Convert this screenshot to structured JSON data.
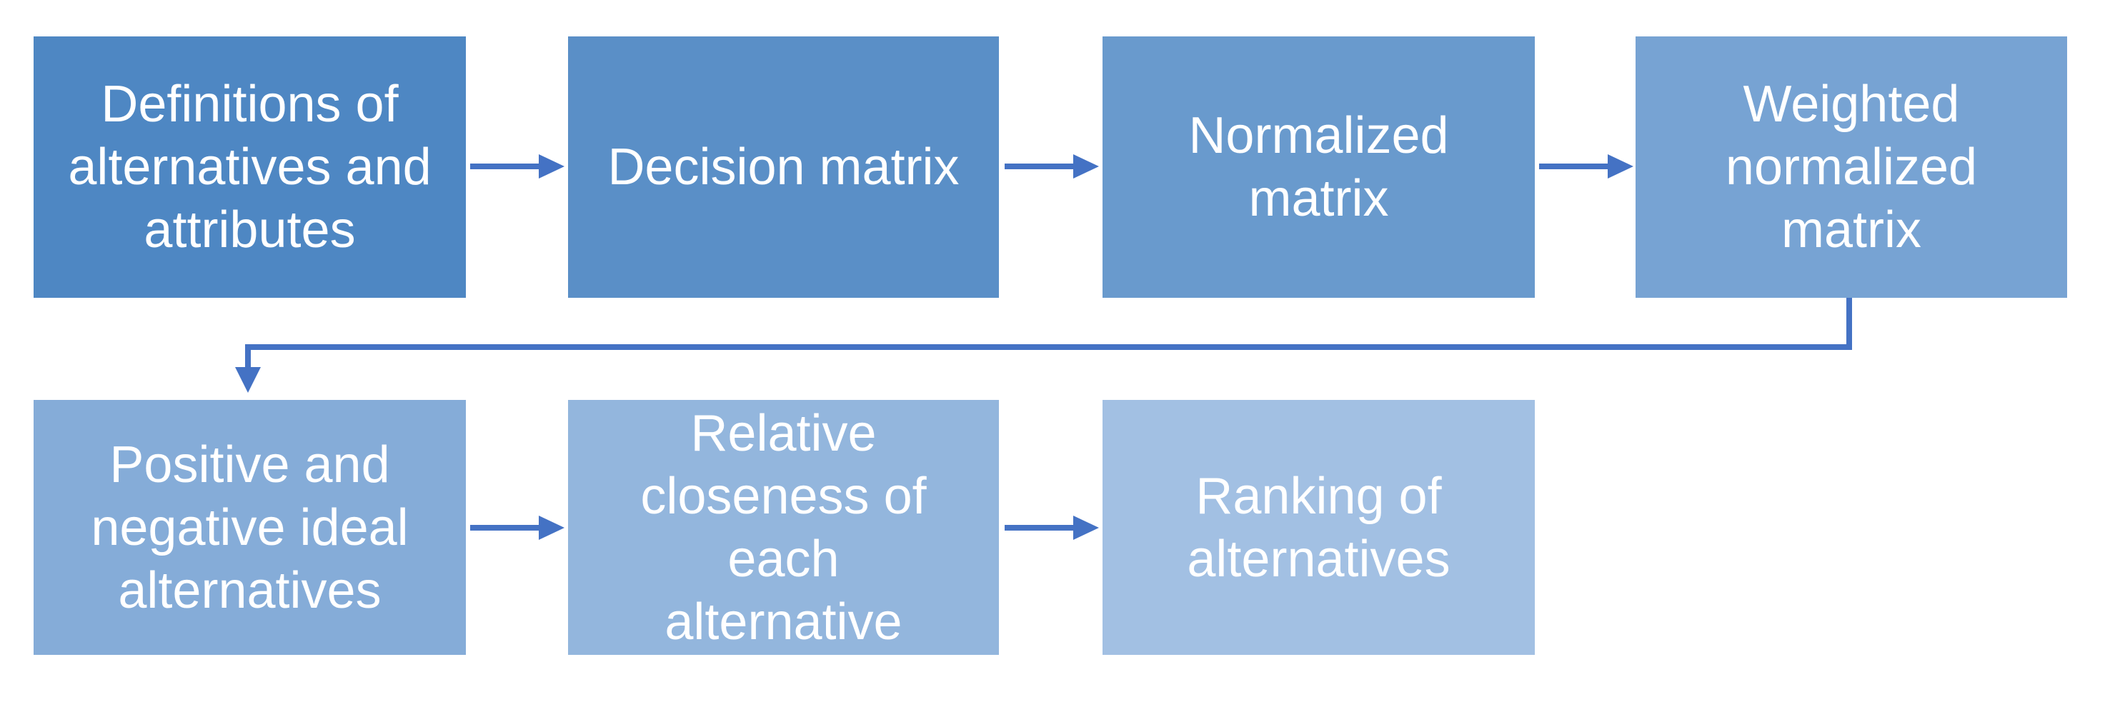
{
  "boxes": [
    {
      "id": "definitions",
      "label": "Definitions of\nalternatives and\nattributes",
      "fill": "#4e87c3"
    },
    {
      "id": "decision-matrix",
      "label": "Decision matrix",
      "fill": "#5a8fc7"
    },
    {
      "id": "normalized-matrix",
      "label": "Normalized\nmatrix",
      "fill": "#699acd"
    },
    {
      "id": "weighted-normalized-matrix",
      "label": "Weighted\nnormalized\nmatrix",
      "fill": "#77a3d3"
    },
    {
      "id": "ideal-alternatives",
      "label": "Positive and\nnegative ideal\nalternatives",
      "fill": "#85acd8"
    },
    {
      "id": "relative-closeness",
      "label": "Relative\ncloseness of\neach alternative",
      "fill": "#93b6dd"
    },
    {
      "id": "ranking",
      "label": "Ranking of\nalternatives",
      "fill": "#a2c0e3"
    }
  ],
  "connectors": [
    {
      "from": "Definitions of alternatives and attributes",
      "to": "Decision matrix",
      "type": "arrow-right"
    },
    {
      "from": "Decision matrix",
      "to": "Normalized matrix",
      "type": "arrow-right"
    },
    {
      "from": "Normalized matrix",
      "to": "Weighted normalized matrix",
      "type": "arrow-right"
    },
    {
      "from": "Weighted normalized matrix",
      "to": "Positive and negative ideal alternatives",
      "type": "elbow-down"
    },
    {
      "from": "Positive and negative ideal alternatives",
      "to": "Relative closeness of each alternative",
      "type": "arrow-right"
    },
    {
      "from": "Relative closeness of each alternative",
      "to": "Ranking of alternatives",
      "type": "arrow-right"
    }
  ],
  "colors": {
    "arrow": "#4472c4",
    "box_text": "#ffffff",
    "background": "#ffffff"
  }
}
